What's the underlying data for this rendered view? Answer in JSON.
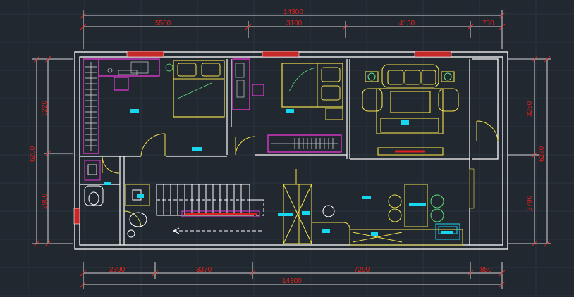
{
  "drawing": {
    "dims_top": {
      "overall": "14300",
      "segments": [
        "5500",
        "3100",
        "4130",
        "730"
      ]
    },
    "dims_bottom": {
      "overall": "14300",
      "segments": [
        "2390",
        "3370",
        "7290",
        "850"
      ]
    },
    "dims_left": {
      "overall": "6280",
      "segments": [
        "3220",
        "2900"
      ]
    },
    "dims_right": {
      "overall": "6280",
      "segments": [
        "3250",
        "2790"
      ]
    }
  },
  "colors": {
    "background": "#212830",
    "grid": "#2c343e",
    "wall": "#ffffff",
    "dimension": "#e0201e",
    "extension": "#d8d8d8",
    "furniture": "#f2e04a",
    "magenta": "#e83ad8",
    "cyan_tag": "#19d6ef",
    "green": "#5ee07a",
    "window": "#c42a2a"
  }
}
